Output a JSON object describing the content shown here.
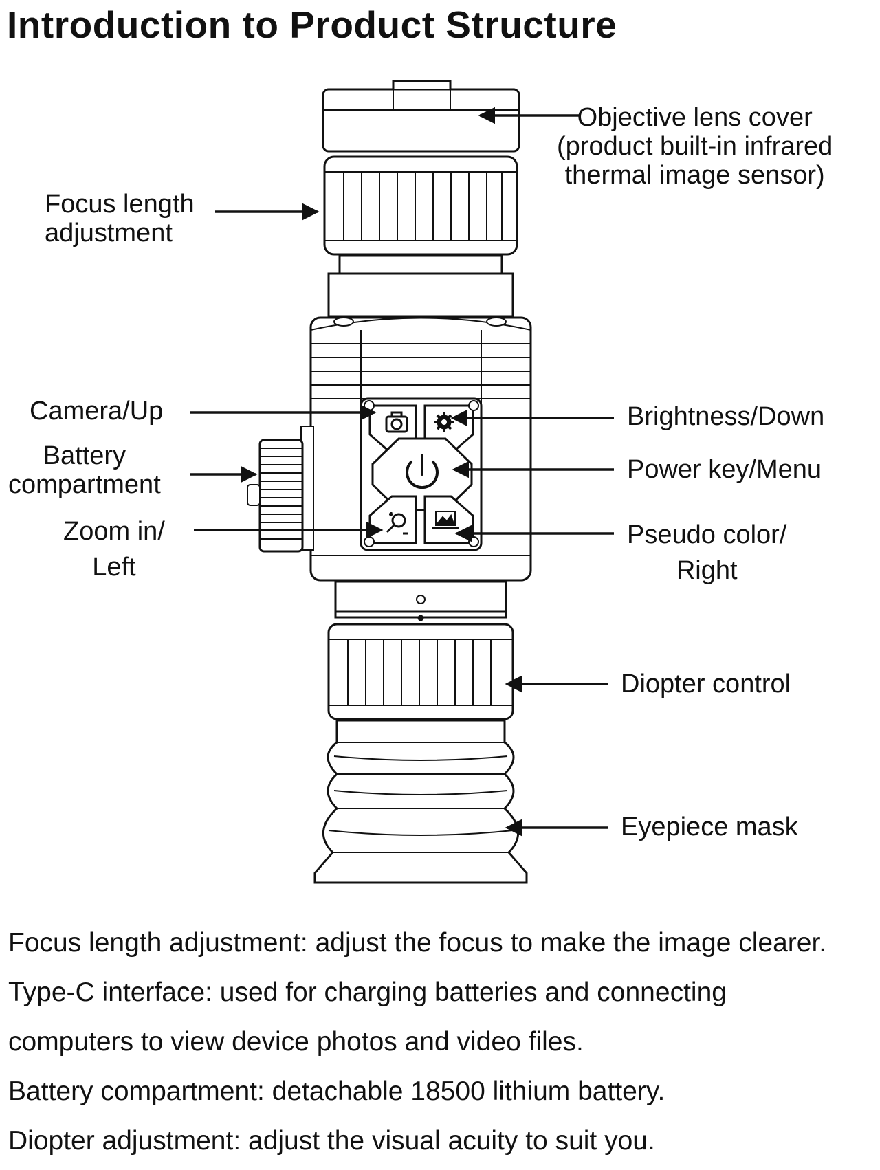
{
  "title": "Introduction to Product Structure",
  "callouts": {
    "objective_lens_cover": [
      "Objective lens cover",
      "(product built-in infrared",
      "thermal image sensor)"
    ],
    "focus_length_adjustment": [
      "Focus length",
      "adjustment"
    ],
    "camera_up": "Camera/Up",
    "battery_compartment": [
      "Battery",
      "compartment"
    ],
    "zoom_in_left": [
      "Zoom in/",
      "Left"
    ],
    "brightness_down": "Brightness/Down",
    "power_key_menu": "Power key/Menu",
    "pseudo_color_right": [
      "Pseudo color/",
      "Right"
    ],
    "diopter_control": "Diopter control",
    "eyepiece_mask": "Eyepiece mask"
  },
  "descriptions": [
    "Focus length adjustment: adjust the focus to make the image clearer.",
    "Type-C interface: used for charging batteries and connecting",
    "computers to view device photos and video files.",
    "Battery compartment: detachable 18500 lithium battery.",
    "Diopter adjustment: adjust the visual acuity to suit you."
  ],
  "icons": [
    "camera-icon",
    "gear-icon",
    "power-icon",
    "zoom-icon",
    "image-icon"
  ]
}
